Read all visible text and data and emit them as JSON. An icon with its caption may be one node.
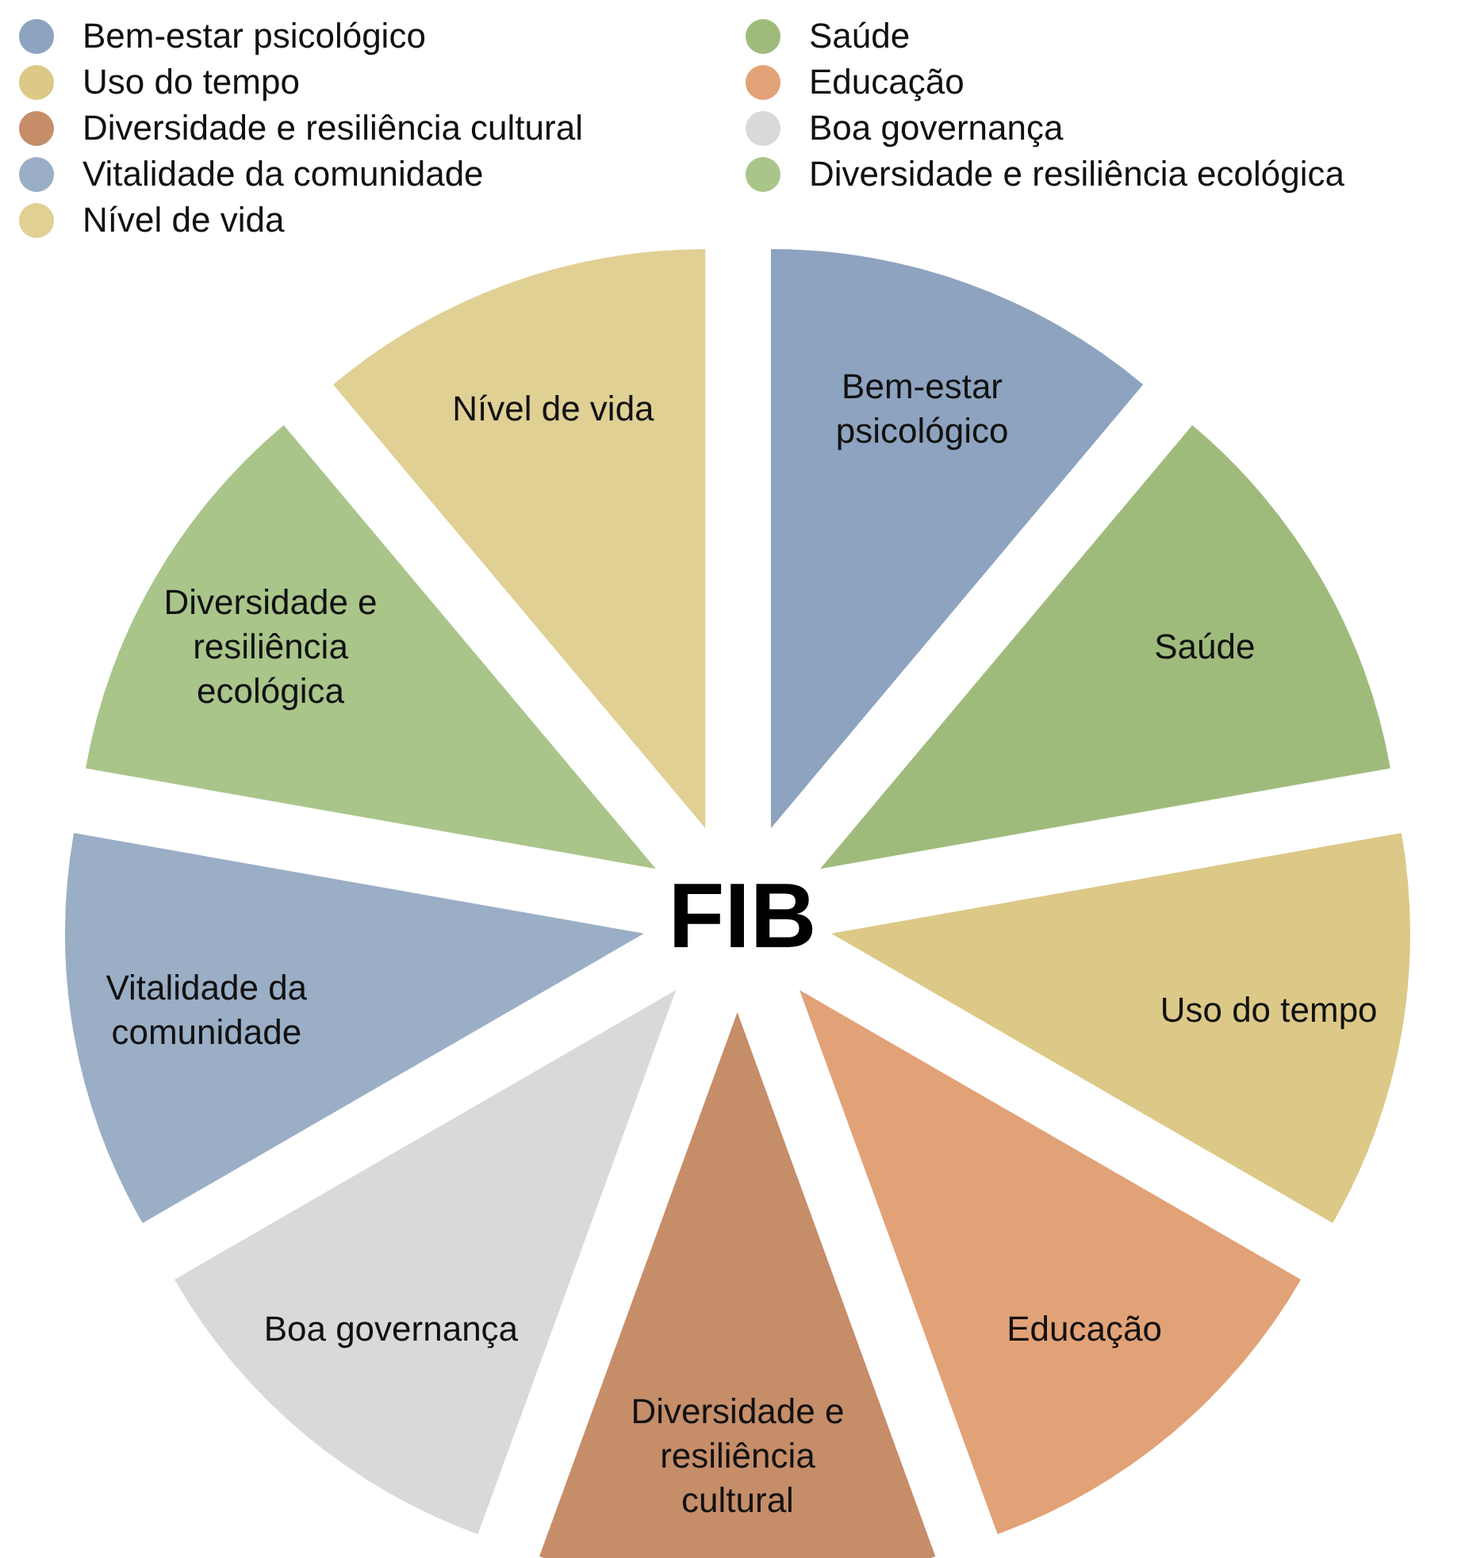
{
  "diagram": {
    "nodes": [
      {
        "text": [
          "Bem-estar psicológico"
        ]
      },
      {
        "text": [
          "Saúde"
        ]
      },
      {
        "text": [
          "Uso do tempo"
        ]
      },
      {
        "text": [
          "Educação"
        ]
      },
      {
        "text": [
          "Diversidade e resiliência cultural"
        ]
      },
      {
        "text": [
          "Boa governança"
        ]
      },
      {
        "text": [
          "Vitalidade da comunidade"
        ]
      },
      {
        "text": [
          "Diversidade e resiliência ecológica"
        ]
      },
      {
        "text": [
          "Nível de vida"
        ]
      }
    ],
    "edges": [],
    "labels": [
      "FIB"
    ],
    "legend": [
      {
        "text": "Bem-estar psicológico",
        "color": "#8da3bf"
      },
      {
        "text": "Saúde",
        "color": "#9fbb7c"
      },
      {
        "text": "Uso do tempo",
        "color": "#dcc987"
      },
      {
        "text": "Educação",
        "color": "#e2a277"
      },
      {
        "text": "Diversidade e resiliência cultural",
        "color": "#c68d69"
      },
      {
        "text": "Boa governança",
        "color": "#d9d9d9"
      },
      {
        "text": "Vitalidade da comunidade",
        "color": "#9aaec6"
      },
      {
        "text": "Diversidade e resiliência ecológica",
        "color": "#a9c58a"
      },
      {
        "text": "Nível de vida",
        "color": "#e0d094"
      }
    ]
  }
}
